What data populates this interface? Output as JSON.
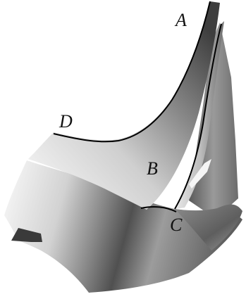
{
  "labels": {
    "a": "A",
    "b": "B",
    "c": "C",
    "d": "D"
  },
  "colors": {
    "background": "#ffffff",
    "curve": "#000000",
    "surface_light": "#f2f2f2",
    "surface_mid": "#9a9a9a",
    "surface_dark": "#3c3c3c"
  }
}
